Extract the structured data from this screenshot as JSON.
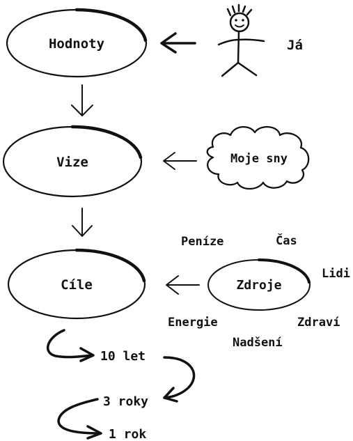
{
  "colors": {
    "ink": "#111111",
    "background": "#ffffff"
  },
  "nodes": {
    "hodnoty": "Hodnoty",
    "vize": "Vize",
    "cile": "Cíle",
    "zdroje": "Zdroje",
    "moje_sny": "Moje sny",
    "ja": "Já"
  },
  "resources": [
    "Peníze",
    "Čas",
    "Lidi",
    "Zdraví",
    "Nadšení",
    "Energie"
  ],
  "timeline": [
    "10 let",
    "3 roky",
    "1 rok"
  ]
}
